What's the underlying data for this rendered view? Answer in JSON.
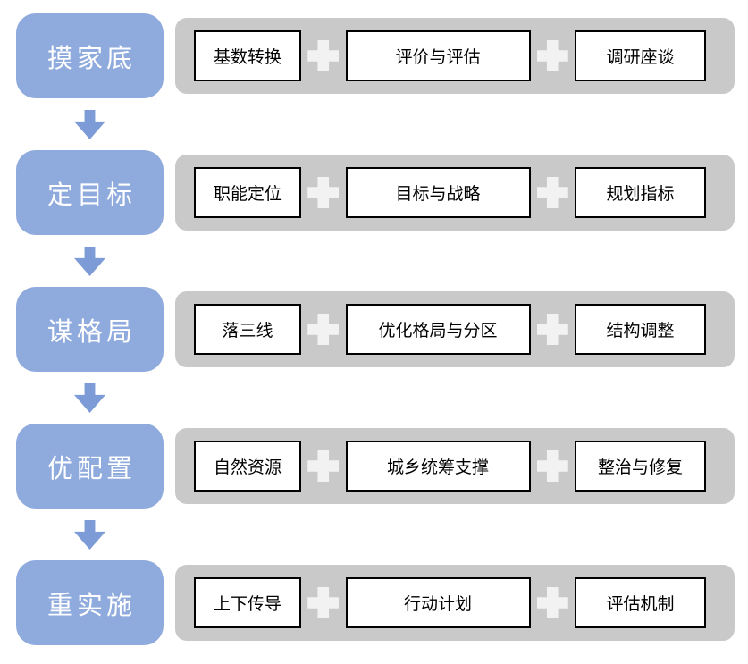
{
  "colors": {
    "stage_fill": "#8FAADC",
    "stage_text": "#FFFFFF",
    "arrow_fill": "#7D9BD6",
    "track_fill": "#C9C9C9",
    "plus_fill": "#F2F2F2",
    "item_fill": "#FFFFFF",
    "item_border": "#000000",
    "item_text": "#000000"
  },
  "icons": {
    "connector": "plus-icon",
    "flow": "down-arrow-icon"
  },
  "stages": [
    {
      "label": "摸家底",
      "items": [
        "基数转换",
        "评价与评估",
        "调研座谈"
      ]
    },
    {
      "label": "定目标",
      "items": [
        "职能定位",
        "目标与战略",
        "规划指标"
      ]
    },
    {
      "label": "谋格局",
      "items": [
        "落三线",
        "优化格局与分区",
        "结构调整"
      ]
    },
    {
      "label": "优配置",
      "items": [
        "自然资源",
        "城乡统筹支撑",
        "整治与修复"
      ]
    },
    {
      "label": "重实施",
      "items": [
        "上下传导",
        "行动计划",
        "评估机制"
      ]
    }
  ]
}
